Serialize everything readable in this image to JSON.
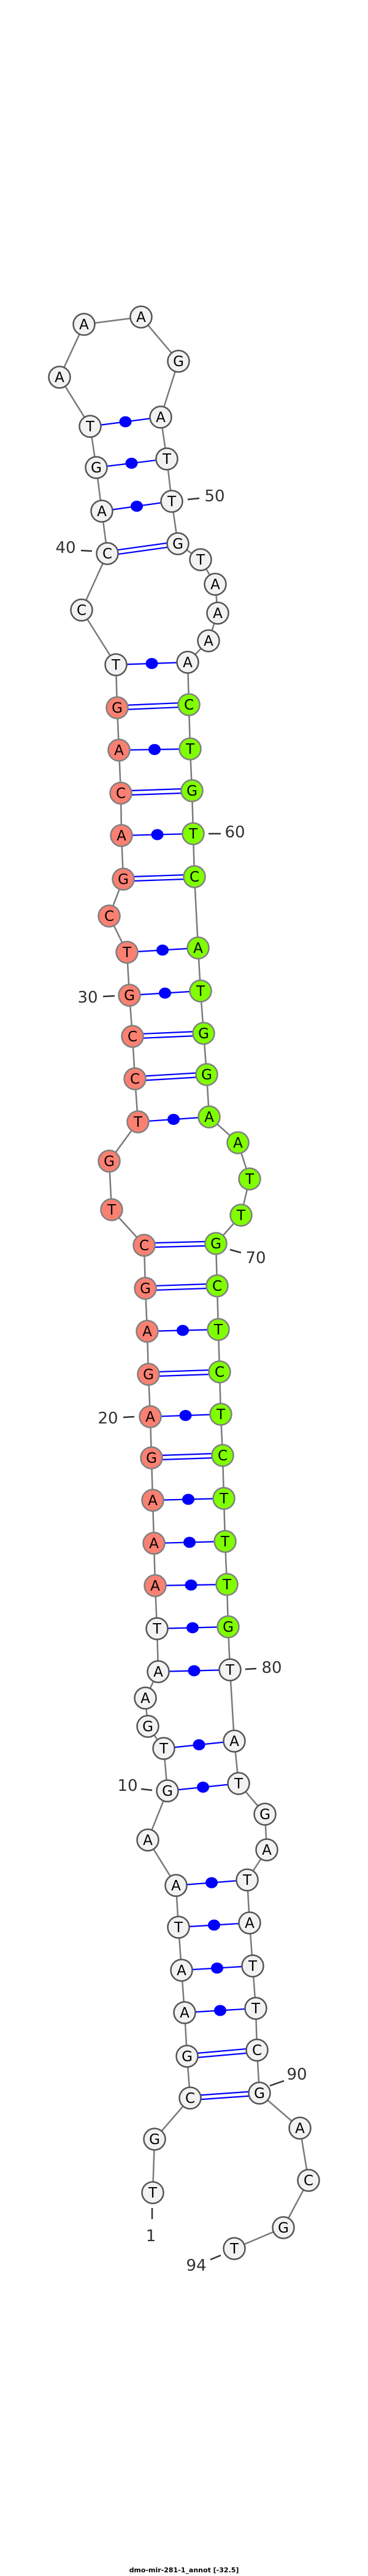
{
  "title": "dmo-mir-281-1_annot [-32.5]",
  "sequence": "TGCGAATAAGTGAATAAAGAGAGCTGTCCGTCGACAGTCCAGTAAAGATTGTAAAACTGTCATGGAATTGCTCTCTTTGTATGATATTCGACGT",
  "pairs": [
    [
      3,
      90
    ],
    [
      4,
      89
    ],
    [
      5,
      88
    ],
    [
      6,
      87
    ],
    [
      7,
      86
    ],
    [
      8,
      85
    ],
    [
      10,
      82
    ],
    [
      11,
      81
    ],
    [
      14,
      80
    ],
    [
      15,
      79
    ],
    [
      16,
      78
    ],
    [
      17,
      77
    ],
    [
      18,
      76
    ],
    [
      19,
      75
    ],
    [
      20,
      74
    ],
    [
      21,
      73
    ],
    [
      22,
      72
    ],
    [
      23,
      71
    ],
    [
      24,
      70
    ],
    [
      27,
      66
    ],
    [
      28,
      65
    ],
    [
      29,
      64
    ],
    [
      30,
      63
    ],
    [
      31,
      62
    ],
    [
      33,
      61
    ],
    [
      34,
      60
    ],
    [
      35,
      59
    ],
    [
      36,
      58
    ],
    [
      37,
      57
    ],
    [
      38,
      56
    ],
    [
      40,
      51
    ],
    [
      41,
      50
    ],
    [
      42,
      49
    ],
    [
      43,
      48
    ]
  ],
  "highlights": [
    {
      "name": "mature-5p",
      "from": 16,
      "to": 37,
      "color": "#fa8072"
    },
    {
      "name": "mature-3p",
      "from": 57,
      "to": 79,
      "color": "#7fff00"
    }
  ],
  "colors": {
    "default_fill": "#f2f2f2",
    "pair": "#0000ff",
    "backbone": "#7a7a7a"
  },
  "position_labels": [
    {
      "index": 1,
      "text": "1"
    },
    {
      "index": 10,
      "text": "10"
    },
    {
      "index": 20,
      "text": "20"
    },
    {
      "index": 30,
      "text": "30"
    },
    {
      "index": 40,
      "text": "40"
    },
    {
      "index": 50,
      "text": "50"
    },
    {
      "index": 60,
      "text": "60"
    },
    {
      "index": 70,
      "text": "70"
    },
    {
      "index": 80,
      "text": "80"
    },
    {
      "index": 90,
      "text": "90"
    },
    {
      "index": 94,
      "text": "94"
    }
  ]
}
